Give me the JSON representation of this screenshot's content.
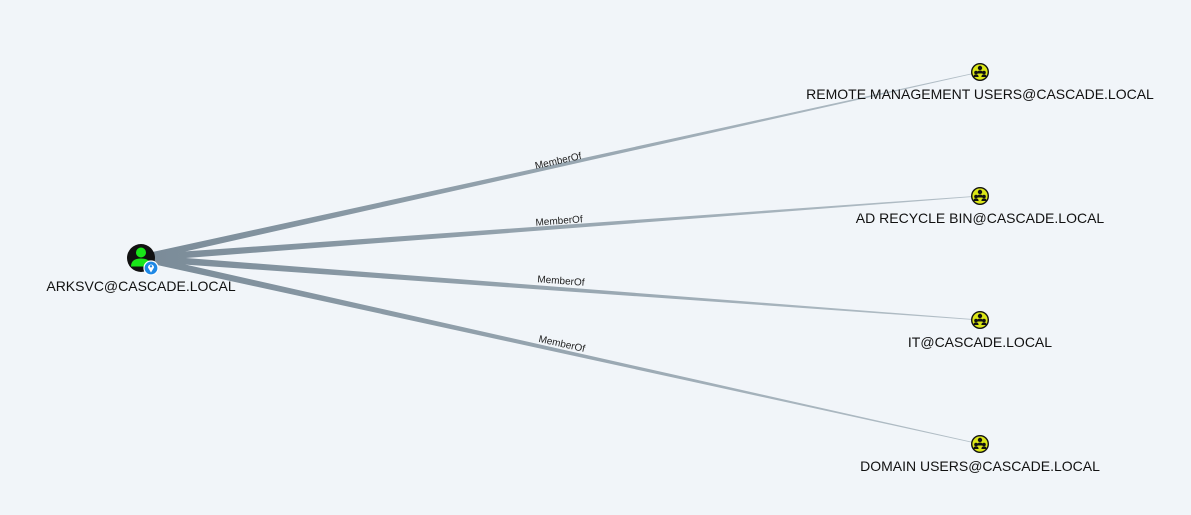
{
  "graph": {
    "source": {
      "label": "ARKSVC@CASCADE.LOCAL",
      "type": "user",
      "icon": "user-icon",
      "badge_icon": "owned-marker-icon",
      "icon_color": "#19e619"
    },
    "groups": [
      {
        "label": "REMOTE MANAGEMENT USERS@CASCADE.LOCAL",
        "icon": "group-icon"
      },
      {
        "label": "AD RECYCLE BIN@CASCADE.LOCAL",
        "icon": "group-icon"
      },
      {
        "label": "IT@CASCADE.LOCAL",
        "icon": "group-icon"
      },
      {
        "label": "DOMAIN USERS@CASCADE.LOCAL",
        "icon": "group-icon"
      }
    ],
    "edges": [
      {
        "label": "MemberOf"
      },
      {
        "label": "MemberOf"
      },
      {
        "label": "MemberOf"
      },
      {
        "label": "MemberOf"
      }
    ],
    "colors": {
      "background": "#f1f5f9",
      "edge": "#7a8b98",
      "group_fill": "#dbe617",
      "node_dark": "#111111"
    }
  }
}
